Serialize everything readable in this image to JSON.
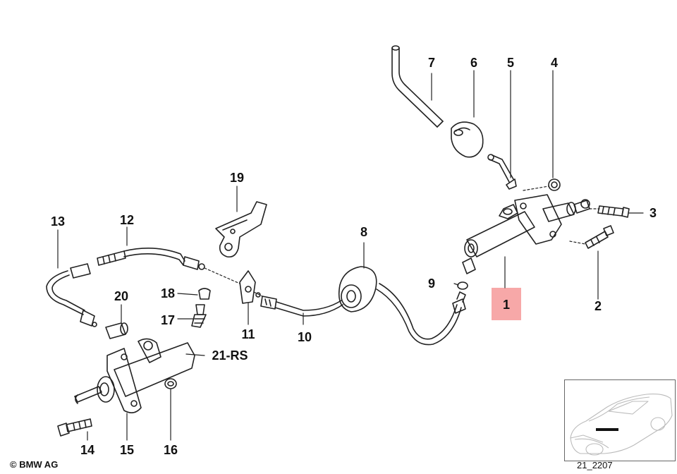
{
  "callouts": {
    "c1": "1",
    "c2": "2",
    "c3": "3",
    "c4": "4",
    "c5": "5",
    "c6": "6",
    "c7": "7",
    "c8": "8",
    "c9": "9",
    "c10": "10",
    "c11": "11",
    "c12": "12",
    "c13": "13",
    "c14": "14",
    "c15": "15",
    "c16": "16",
    "c17": "17",
    "c18": "18",
    "c19": "19",
    "c20": "20",
    "c21": "21-RS"
  },
  "highlight_color": "#f7a8a8",
  "inset": {
    "code": "21_2207"
  },
  "footer": {
    "copyright": "© BMW AG"
  }
}
